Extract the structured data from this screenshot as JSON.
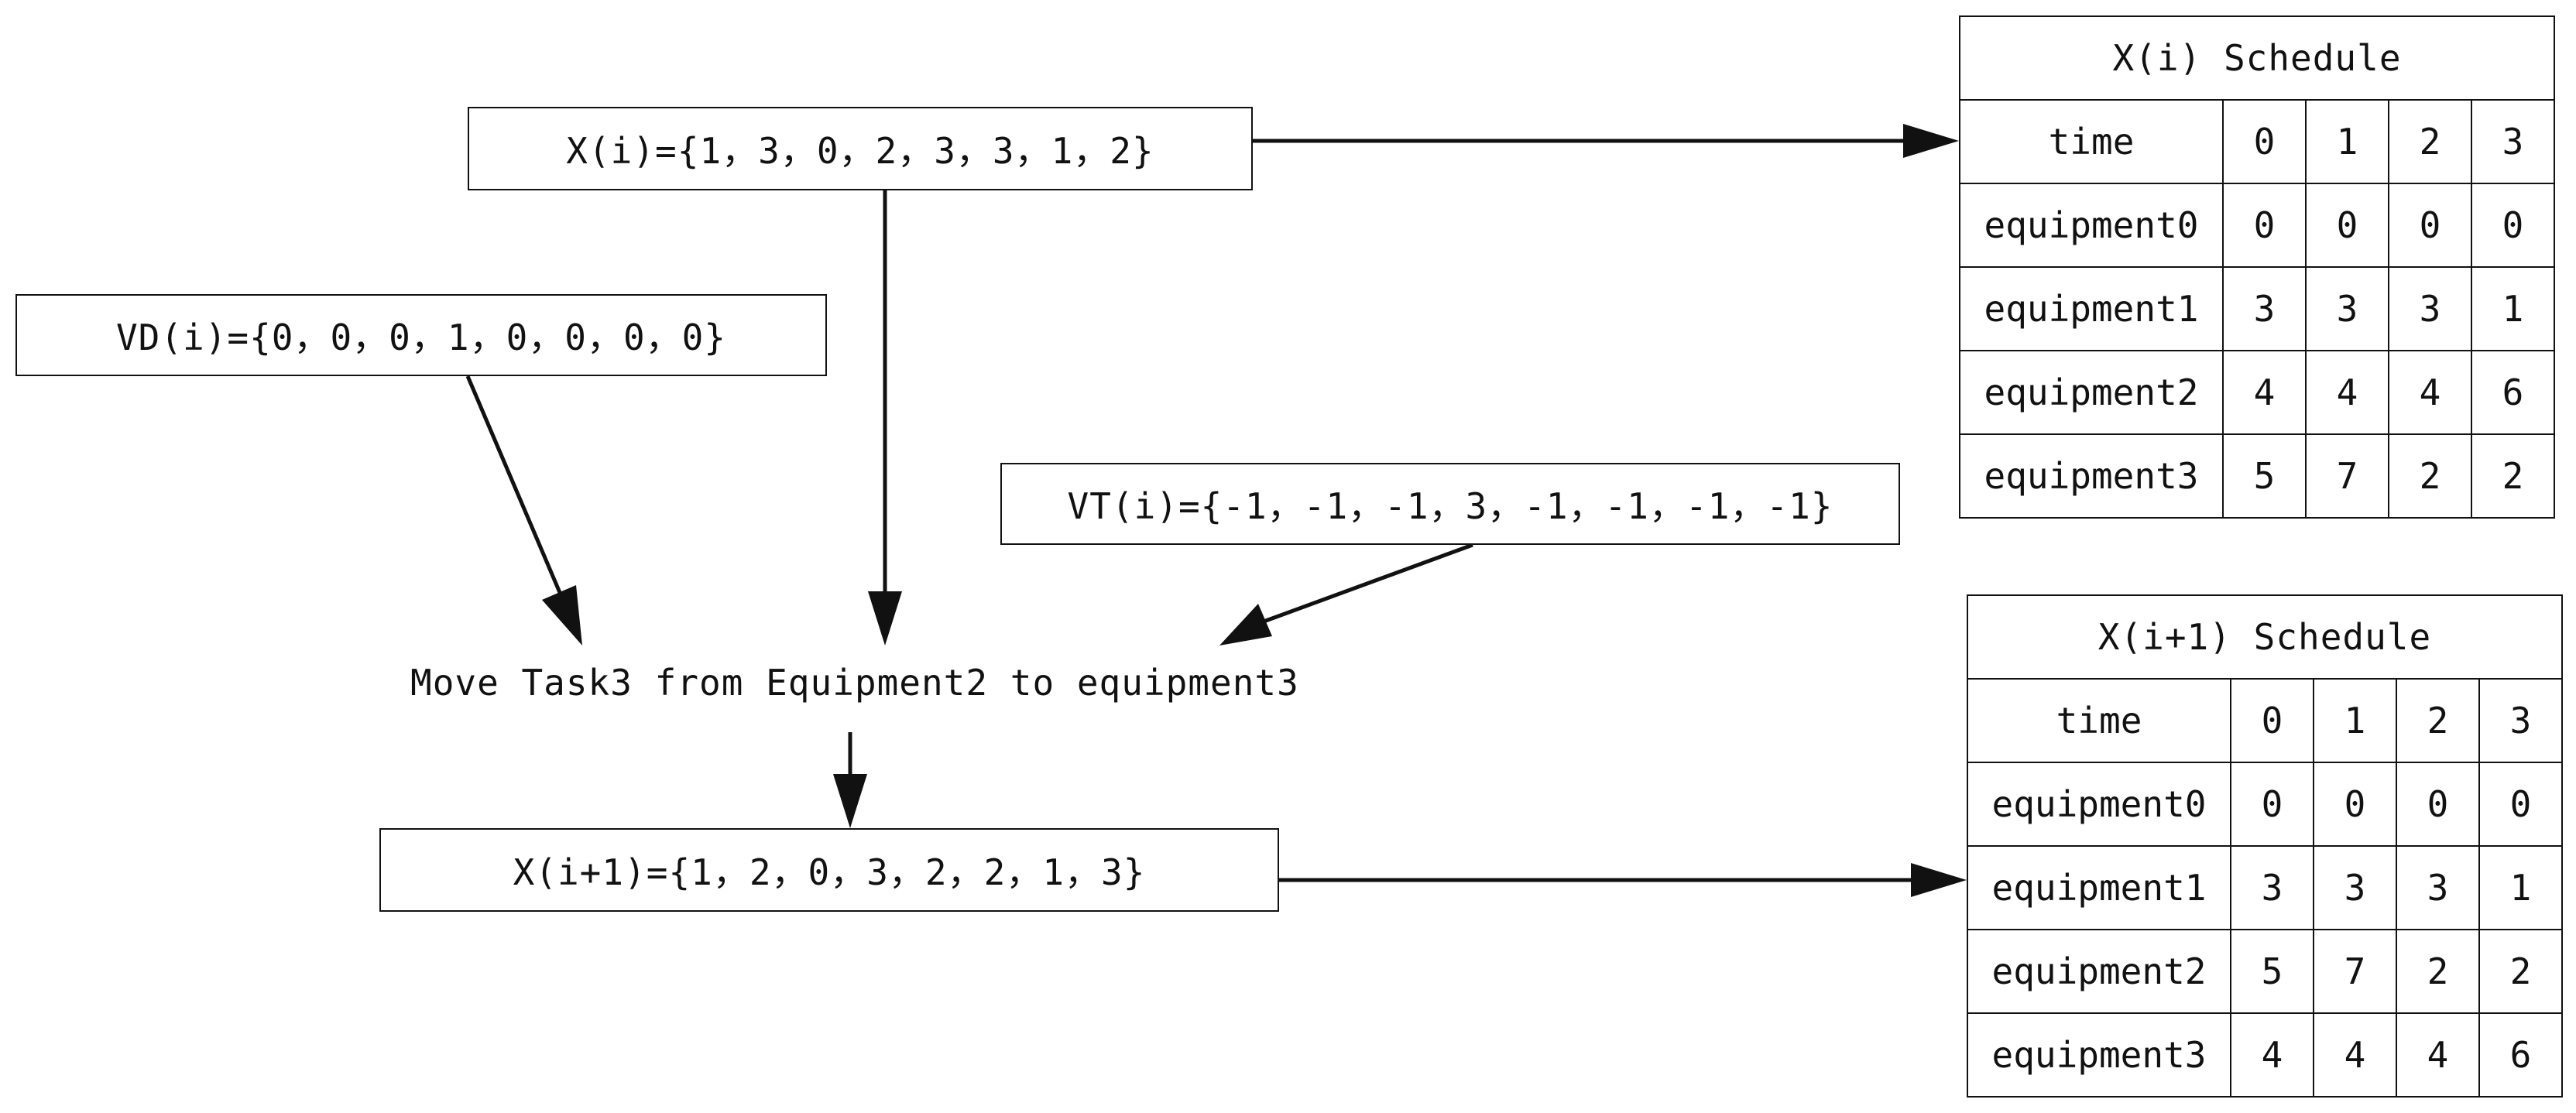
{
  "vectors": {
    "x_i": "X(i)={1，3，0，2，3，3，1，2}",
    "vd_i": "VD(i)={0，0，0，1，0，0，0，0}",
    "vt_i": "VT(i)={-1，-1，-1，3，-1，-1，-1，-1}",
    "x_i1": "X(i+1)={1，2，0，3，2，2，1，3}"
  },
  "move_label": "Move Task3 from Equipment2 to equipment3",
  "schedule_i": {
    "title": "X(i) Schedule",
    "header": [
      "time",
      "0",
      "1",
      "2",
      "3"
    ],
    "rows": [
      [
        "equipment0",
        "0",
        "0",
        "0",
        "0"
      ],
      [
        "equipment1",
        "3",
        "3",
        "3",
        "1"
      ],
      [
        "equipment2",
        "4",
        "4",
        "4",
        "6"
      ],
      [
        "equipment3",
        "5",
        "7",
        "2",
        "2"
      ]
    ]
  },
  "schedule_i1": {
    "title": "X(i+1) Schedule",
    "header": [
      "time",
      "0",
      "1",
      "2",
      "3"
    ],
    "rows": [
      [
        "equipment0",
        "0",
        "0",
        "0",
        "0"
      ],
      [
        "equipment1",
        "3",
        "3",
        "3",
        "1"
      ],
      [
        "equipment2",
        "5",
        "7",
        "2",
        "2"
      ],
      [
        "equipment3",
        "4",
        "4",
        "4",
        "6"
      ]
    ]
  },
  "colors": {
    "line": "#111111",
    "background": "#ffffff"
  }
}
